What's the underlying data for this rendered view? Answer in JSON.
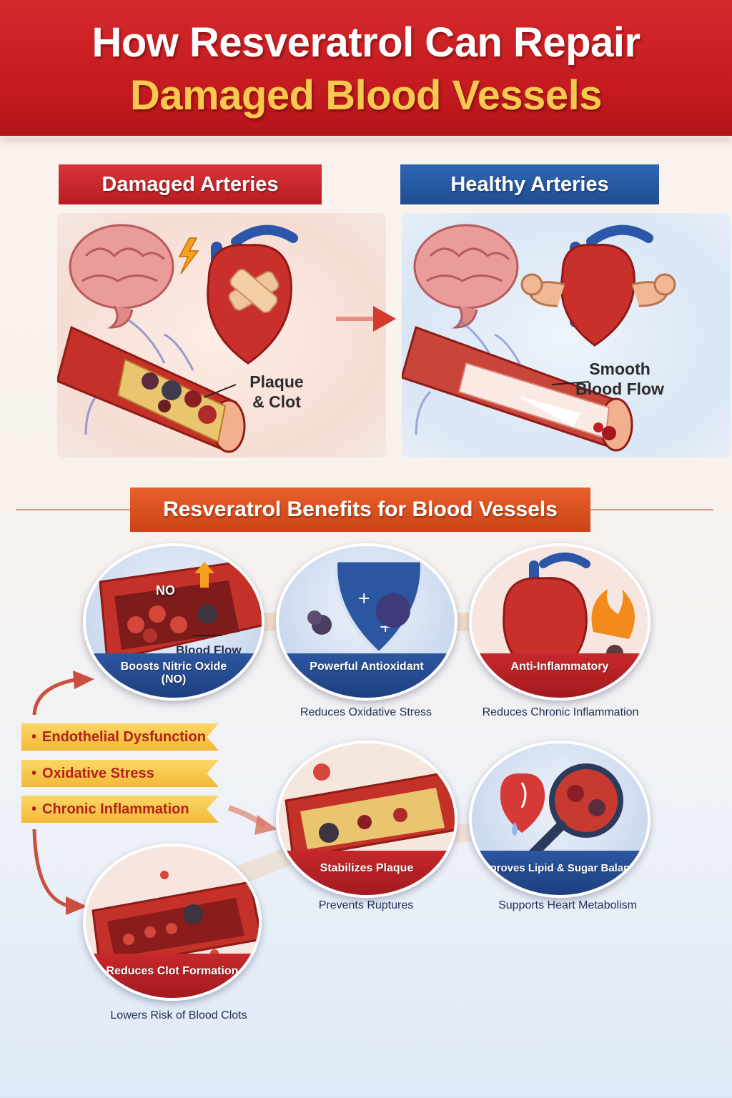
{
  "header": {
    "title_line1": "How Resveratrol Can Repair",
    "title_line2": "Damaged Blood Vessels"
  },
  "comparison": {
    "damaged": {
      "heading": "Damaged Arteries",
      "label_line1": "Plaque",
      "label_line2": "& Clot"
    },
    "healthy": {
      "heading": "Healthy Arteries",
      "label_line1": "Smooth",
      "label_line2": "Blood Flow"
    }
  },
  "benefits_heading": "Resveratrol Benefits for Blood Vessels",
  "benefits": [
    {
      "title": "Boosts Nitric Oxide",
      "title2": "(NO)",
      "caption": "",
      "inner_label": "Blood Flow",
      "badge": "NO"
    },
    {
      "title": "Powerful Antioxidant",
      "caption": "Reduces Oxidative Stress"
    },
    {
      "title": "Anti-Inflammatory",
      "caption": "Reduces Chronic Inflammation"
    },
    {
      "title": "Stabilizes Plaque",
      "caption": "Prevents Ruptures"
    },
    {
      "title": "Improves Lipid & Sugar Balance",
      "caption": "Supports Heart Metabolism"
    },
    {
      "title": "Reduces Clot Formation",
      "caption": "Lowers Risk of Blood Clots"
    }
  ],
  "problems": [
    {
      "label": "Endothelial Dysfunction"
    },
    {
      "label": "Oxidative Stress"
    },
    {
      "label": "Chronic Inflammation"
    }
  ],
  "colors": {
    "header_red": "#c3191f",
    "title_gold": "#f7c94f",
    "ribbon_blue": "#1f4d93",
    "ribbon_orange": "#cc4316",
    "tag_yellow": "#f2b936"
  }
}
